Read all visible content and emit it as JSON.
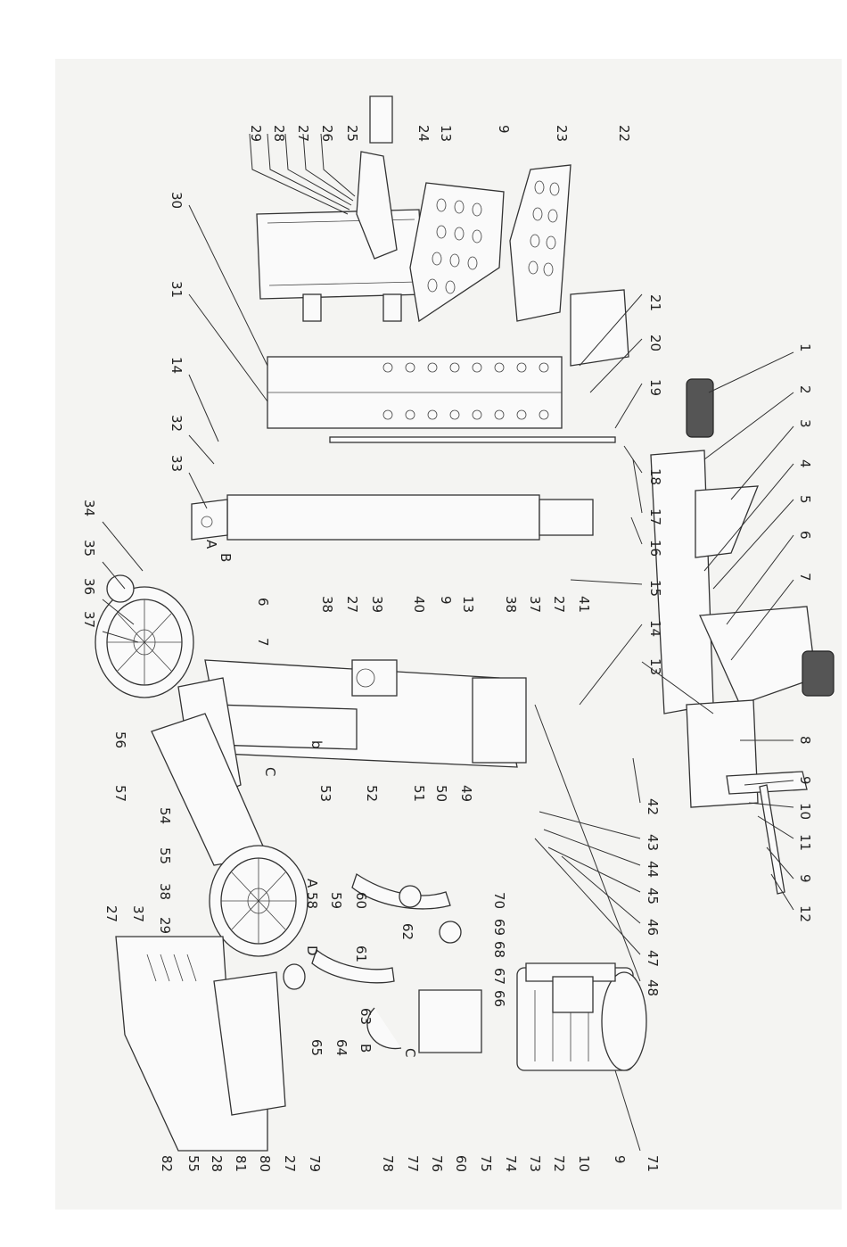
{
  "diagram": {
    "type": "exploded-parts-diagram",
    "part_numbers_top": [
      "29",
      "28",
      "27",
      "26",
      "25",
      "13",
      "24",
      "9",
      "23",
      "22",
      "30",
      "31",
      "21",
      "20",
      "19",
      "14",
      "32",
      "33",
      "A",
      "B",
      "18",
      "17",
      "16",
      "15",
      "14",
      "13",
      "1",
      "2",
      "3",
      "4",
      "5",
      "6",
      "7"
    ],
    "part_numbers_right": [
      "8",
      "9",
      "10",
      "11",
      "9",
      "12",
      "42",
      "43",
      "44",
      "45",
      "46",
      "47",
      "48",
      "71",
      "9",
      "10",
      "72",
      "73",
      "74",
      "75",
      "60",
      "76",
      "77",
      "78",
      "79",
      "27",
      "80",
      "81",
      "28",
      "55",
      "82"
    ],
    "part_numbers_left": [
      "34",
      "35",
      "36",
      "37",
      "6",
      "7",
      "38",
      "27",
      "39",
      "40",
      "9",
      "13",
      "38",
      "37",
      "27",
      "41",
      "C",
      "b",
      "53",
      "52",
      "51",
      "50",
      "49",
      "56",
      "57",
      "54",
      "55",
      "38",
      "29",
      "27",
      "37",
      "A",
      "58",
      "59",
      "60",
      "61",
      "62",
      "70",
      "69",
      "68",
      "67",
      "66",
      "D",
      "65",
      "64",
      "63",
      "B",
      "C"
    ]
  }
}
